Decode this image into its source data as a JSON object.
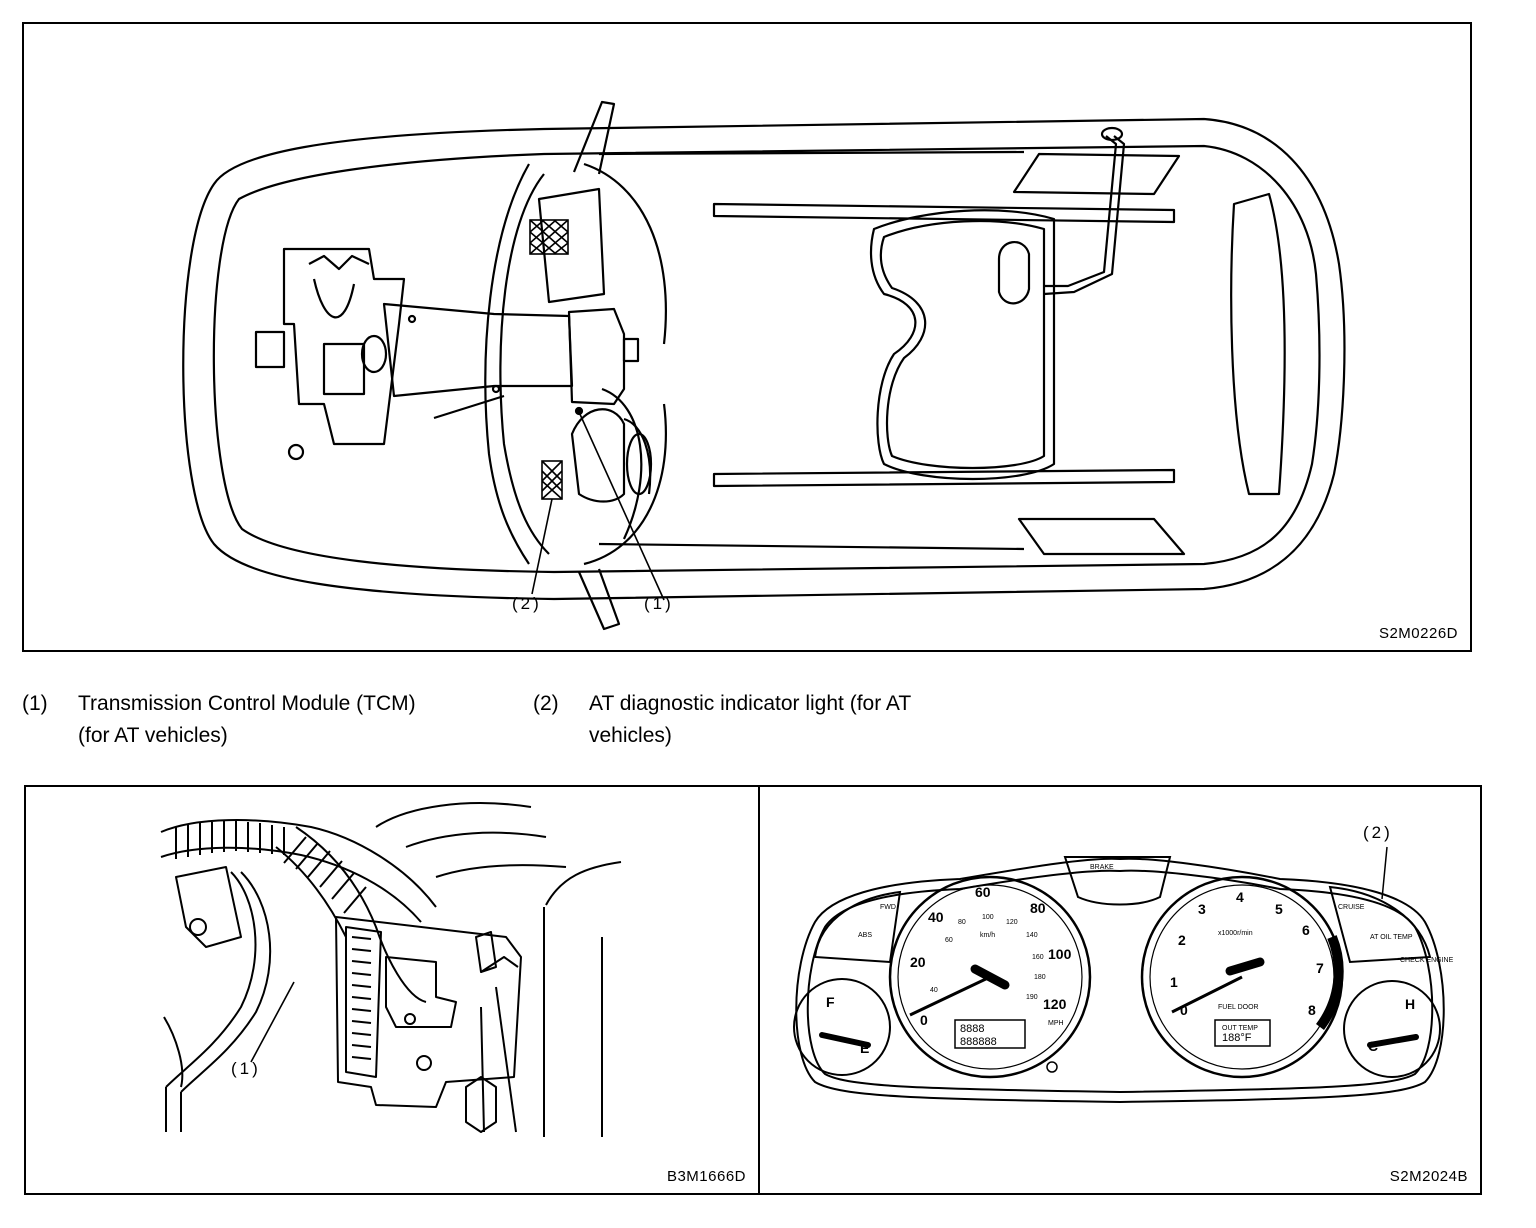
{
  "figure_top": {
    "code": "S2M0226D",
    "callouts": {
      "c1": "(1)",
      "c2": "(2)"
    }
  },
  "legend": [
    {
      "num": "(1)",
      "text": "Transmission Control Module (TCM) (for AT vehicles)"
    },
    {
      "num": "(2)",
      "text": "AT diagnostic indicator light (for AT vehicles)"
    }
  ],
  "figure_bottom_left": {
    "code": "B3M1666D",
    "callout": "(1)"
  },
  "figure_bottom_right": {
    "code": "S2M2024B",
    "callout": "(2)",
    "speedometer": {
      "mph_ticks": [
        "0",
        "20",
        "40",
        "60",
        "80",
        "100",
        "120"
      ],
      "kmh_ticks": [
        "40",
        "60",
        "80",
        "100",
        "120",
        "140",
        "160",
        "180",
        "190"
      ],
      "unit_mph": "MPH",
      "unit_kmh": "km/h"
    },
    "tachometer": {
      "ticks": [
        "0",
        "1",
        "2",
        "3",
        "4",
        "5",
        "6",
        "7",
        "8"
      ],
      "unit": "x1000r/min"
    },
    "fuel_gauge": {
      "full": "F",
      "empty": "E"
    },
    "temp_gauge": {
      "hot": "H",
      "cold": "C"
    },
    "lamps": {
      "fwd": "FWD",
      "abs": "ABS",
      "brake": "BRAKE",
      "check_engine": "CHECK ENGINE",
      "at_oil_temp": "AT OIL TEMP",
      "cruise": "CRUISE"
    },
    "lcd": {
      "fuel_label": "FUEL DOOR",
      "outside_temp": "188°F",
      "outside_label": "OUT TEMP",
      "trip": "8888",
      "odo": "888888"
    }
  }
}
